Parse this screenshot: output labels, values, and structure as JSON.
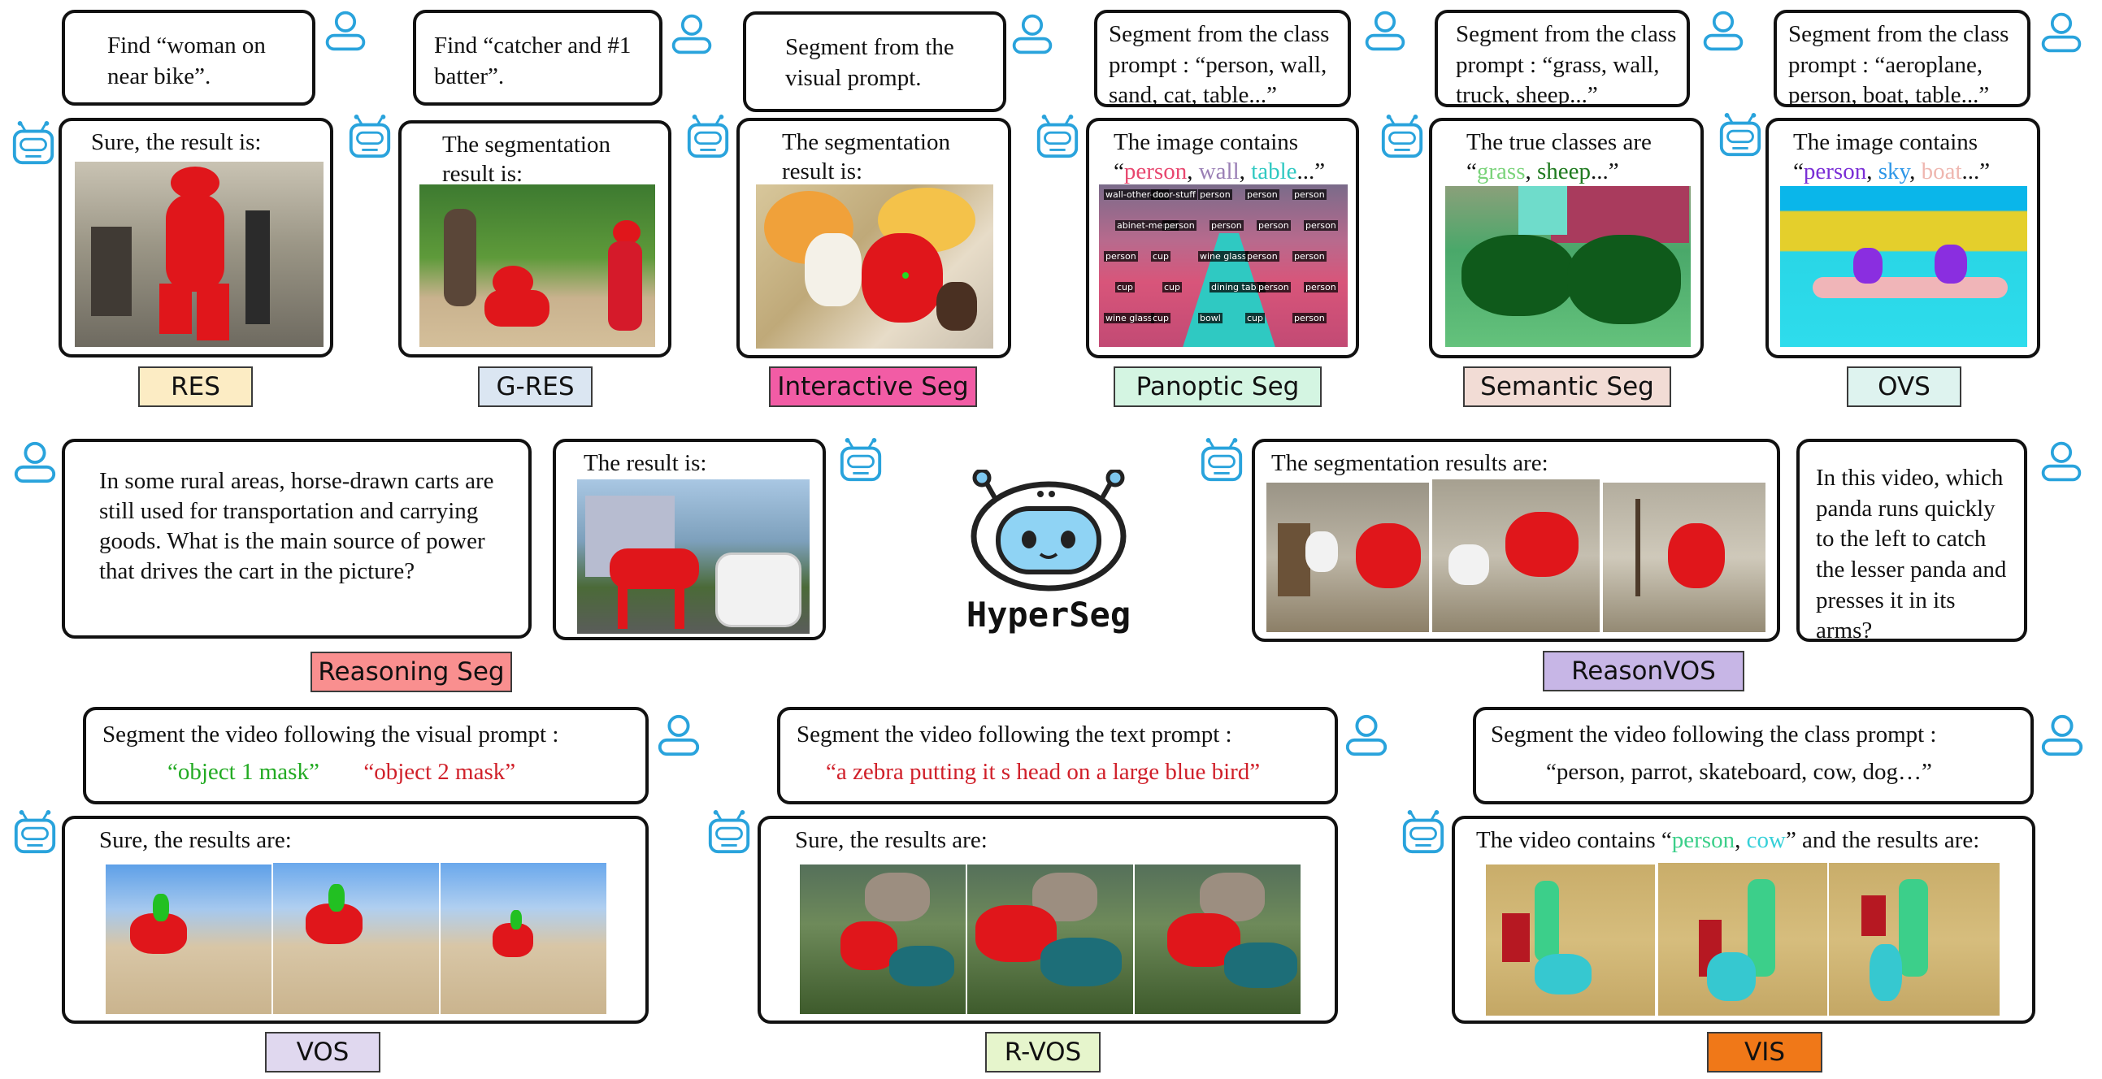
{
  "center": {
    "logo_text": "HyperSeg"
  },
  "colors": {
    "icon_blue": "#29a3dc",
    "mask_red": "#e0161b",
    "text_green": "#22aa22",
    "text_red": "#d0202a"
  },
  "tasks": {
    "res": {
      "label": "RES",
      "label_bg": "#fcecc4",
      "user_text": "Find “woman on near bike”.",
      "reply_text": "Sure, the result is:"
    },
    "gres": {
      "label": "G-RES",
      "label_bg": "#dbe6f2",
      "user_text": "Find “catcher and #1 batter”.",
      "reply_text": "The segmentation result is:"
    },
    "interactive": {
      "label": "Interactive Seg",
      "label_bg": "#f25ca5",
      "user_text": "Segment from the visual prompt.",
      "reply_text": "The segmentation result is:"
    },
    "panoptic": {
      "label": "Panoptic Seg",
      "label_bg": "#d4f5e2",
      "user_text": "Segment from the class prompt : “person, wall, sand, cat, table...”",
      "reply_intro": "The image contains",
      "reply_q_open": "“",
      "classes": [
        {
          "text": "person",
          "color": "#e8476f"
        },
        {
          "text": "wall",
          "color": "#9a7fb5"
        },
        {
          "text": "table",
          "color": "#2fc9c2"
        }
      ],
      "reply_suffix": "...”",
      "overlay_labels": [
        "wall-other-me",
        "door-stuff",
        "person",
        "person",
        "person",
        "abinet-merge",
        "person",
        "person",
        "person",
        "person",
        "person",
        "cup",
        "wine glass",
        "person",
        "person",
        "cup",
        "cup",
        "dining table",
        "person",
        "person",
        "wine glass",
        "cup",
        "bowl",
        "cup",
        "person"
      ]
    },
    "semantic": {
      "label": "Semantic Seg",
      "label_bg": "#f2dcd5",
      "user_text": "Segment from the class prompt : “grass, wall, truck, sheep...”",
      "reply_intro": "The true classes are",
      "reply_q_open": "“",
      "classes": [
        {
          "text": "grass",
          "color": "#7ad37a"
        },
        {
          "text": "sheep",
          "color": "#1f7a1f"
        }
      ],
      "reply_suffix": "...”"
    },
    "ovs": {
      "label": "OVS",
      "label_bg": "#def3ef",
      "user_text": "Segment from the class prompt : “aeroplane, person, boat, table...”",
      "reply_intro": "The image contains",
      "reply_q_open": "“",
      "classes": [
        {
          "text": "person",
          "color": "#7a2ed6"
        },
        {
          "text": "sky",
          "color": "#2e97e8"
        },
        {
          "text": "boat",
          "color": "#efb7b0"
        }
      ],
      "reply_suffix": "...”"
    },
    "reasoning": {
      "label": "Reasoning Seg",
      "label_bg": "#f98f8f",
      "user_text": "In some rural areas, horse-drawn carts are still used for transportation and carrying goods. What is the main source of power that drives the cart in the picture?",
      "reply_text": "The result is:"
    },
    "reasonvos": {
      "label": "ReasonVOS",
      "label_bg": "#c7b6e6",
      "user_text": "In this video, which panda runs quickly to the left to catch the lesser panda and presses it in its arms?",
      "reply_text": "The segmentation results are:"
    },
    "vos": {
      "label": "VOS",
      "label_bg": "#e0d8ef",
      "user_text": "Segment the video following the visual prompt :",
      "prompt_1": "“object 1 mask”",
      "prompt_1_color": "#22aa22",
      "prompt_2": "“object 2 mask”",
      "prompt_2_color": "#d0202a",
      "reply_text": "Sure, the results are:"
    },
    "rvos": {
      "label": "R-VOS",
      "label_bg": "#e6f5cc",
      "user_text": "Segment the video following the text prompt :",
      "prompt": "“a zebra putting it s head on a large blue bird”",
      "prompt_color": "#d0202a",
      "reply_text": "Sure, the results are:"
    },
    "vis": {
      "label": "VIS",
      "label_bg": "#f07818",
      "user_text": "Segment the video following the class prompt :",
      "prompt": "“person, parrot, skateboard, cow, dog…”",
      "reply_intro": "The video contains “",
      "classes": [
        {
          "text": "person",
          "color": "#3ccf8a"
        },
        {
          "text": "cow",
          "color": "#36d0d8"
        }
      ],
      "reply_suffix": "” and the results are:"
    }
  }
}
